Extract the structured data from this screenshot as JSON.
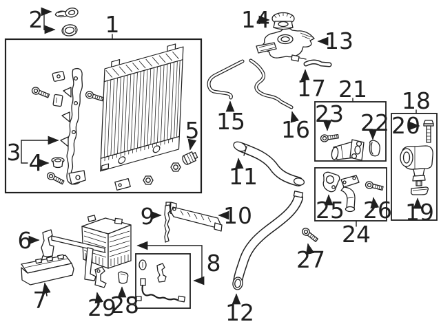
{
  "colors": {
    "background": "#ffffff",
    "line": "#1f1f1f"
  },
  "callouts": {
    "n1": "1",
    "n2": "2",
    "n3": "3",
    "n4": "4",
    "n5": "5",
    "n6": "6",
    "n7": "7",
    "n8": "8",
    "n9": "9",
    "n10": "10",
    "n11": "11",
    "n12": "12",
    "n13": "13",
    "n14": "14",
    "n15": "15",
    "n16": "16",
    "n17": "17",
    "n18": "18",
    "n19": "19",
    "n20": "20",
    "n21": "21",
    "n22": "22",
    "n23": "23",
    "n24": "24",
    "n25": "25",
    "n26": "26",
    "n27": "27",
    "n28": "28",
    "n29": "29"
  }
}
